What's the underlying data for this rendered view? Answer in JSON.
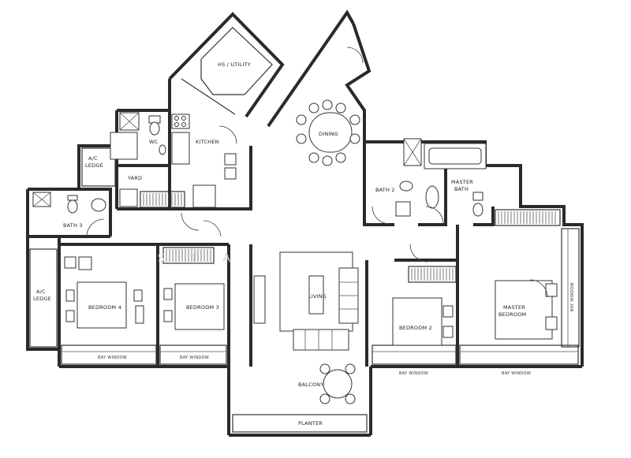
{
  "rooms": {
    "hs_utility": "HS / UTILITY",
    "dining": "DINING",
    "kitchen": "KITCHEN",
    "wc": "WC",
    "ac_ledge_top": [
      "A/C",
      "LEDGE"
    ],
    "yard": "YARD",
    "bath3": "BATH 3",
    "ac_ledge_left": [
      "A/C",
      "LEDGE"
    ],
    "bedroom4": "BEDROOM 4",
    "bedroom3": "BEDROOM 3",
    "living": "LIVING",
    "bath2": "BATH 2",
    "master_bath": [
      "MASTER",
      "BATH"
    ],
    "bedroom2": "BEDROOM 2",
    "master_bedroom": [
      "MASTER",
      "BEDROOM"
    ],
    "balcony": "BALCONY",
    "planter": "PLANTER"
  },
  "bay_windows": {
    "bw_bed4": "BAY WINDOW",
    "bw_bed3": "BAY WINDOW",
    "bw_bed2": "BAY WINDOW",
    "bw_master": "BAY WINDOW",
    "bw_side": "BAY WINDOW"
  },
  "watermark": "S  T  A"
}
